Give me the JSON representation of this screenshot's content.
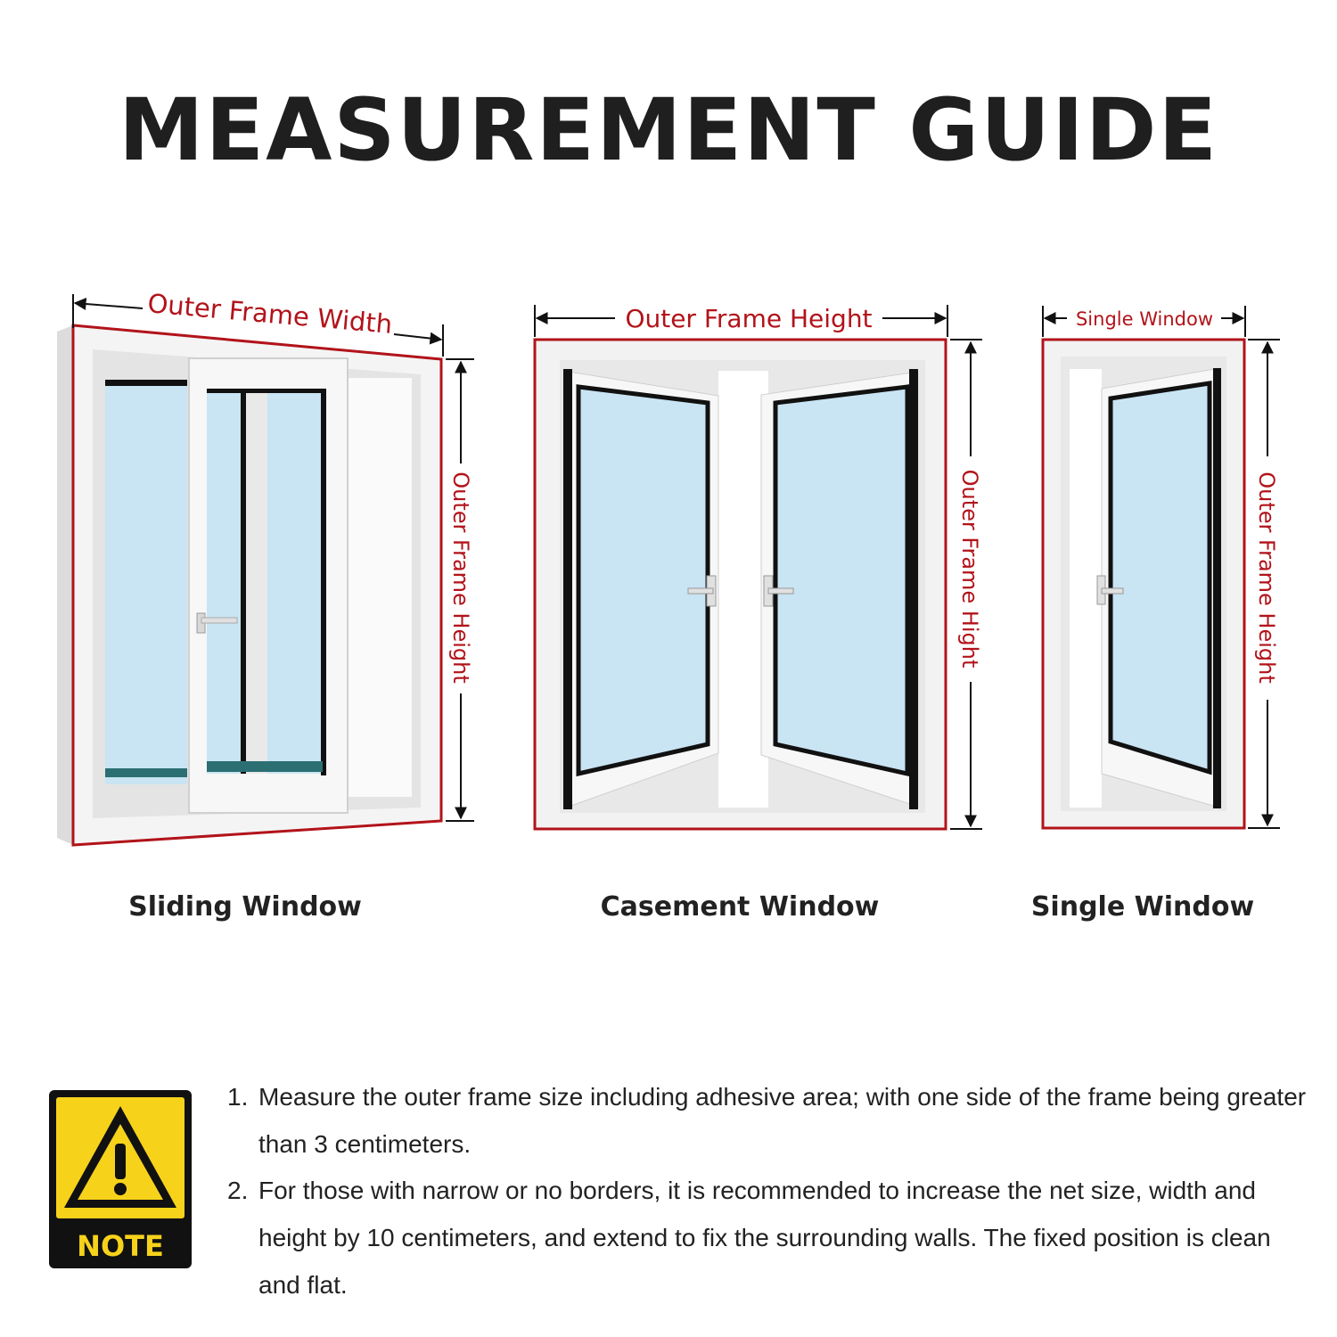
{
  "title": "MEASUREMENT GUIDE",
  "colors": {
    "accent_red": "#b2131a",
    "glass": "#c9e4f3",
    "frame": "#f3f3f3",
    "seal": "#111111",
    "warning_yellow": "#f6d21b"
  },
  "windows": [
    {
      "caption": "Sliding Window",
      "top_label": "Outer Frame Width",
      "side_label": "Outer Frame Height"
    },
    {
      "caption": "Casement Window",
      "top_label": "Outer Frame Height",
      "side_label": "Outer Frame Hight"
    },
    {
      "caption": "Single Window",
      "top_label": "Single Window",
      "side_label": "Outer Frame Height"
    }
  ],
  "note": {
    "badge": "NOTE",
    "items": [
      {
        "num": "1.",
        "text": "Measure the outer frame size including adhesive area; with one side of the frame being greater than 3 centimeters."
      },
      {
        "num": "2.",
        "text": "For those with narrow or no borders, it is recommended to increase the net size, width and height by 10 centimeters, and extend to fix the surrounding walls. The fixed position is clean and flat."
      }
    ]
  }
}
